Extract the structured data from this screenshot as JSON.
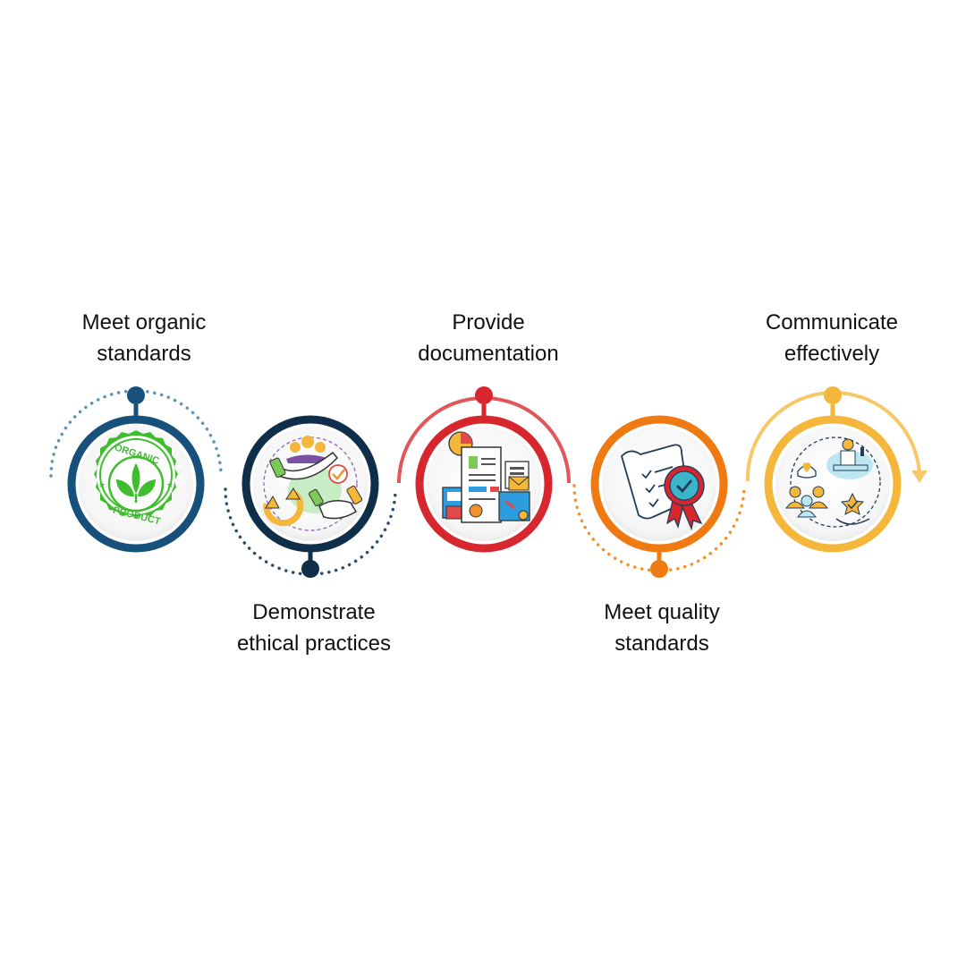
{
  "steps": [
    {
      "line1": "Meet organic",
      "line2": "standards",
      "color": "#17507a",
      "icon": "organic-product-seal-icon",
      "badge": {
        "top": "ORGANIC",
        "bottom": "PRODUCT"
      }
    },
    {
      "line1": "Demonstrate",
      "line2": "ethical practices",
      "color": "#0f2e4a",
      "icon": "ethical-handshake-icon"
    },
    {
      "line1": "Provide",
      "line2": "documentation",
      "color": "#d7262e",
      "icon": "documents-icon"
    },
    {
      "line1": "Meet quality",
      "line2": "standards",
      "color": "#f07a12",
      "icon": "certificate-ribbon-icon"
    },
    {
      "line1": "Communicate",
      "line2": "effectively",
      "color": "#f4b73c",
      "icon": "speaker-audience-icon"
    }
  ]
}
